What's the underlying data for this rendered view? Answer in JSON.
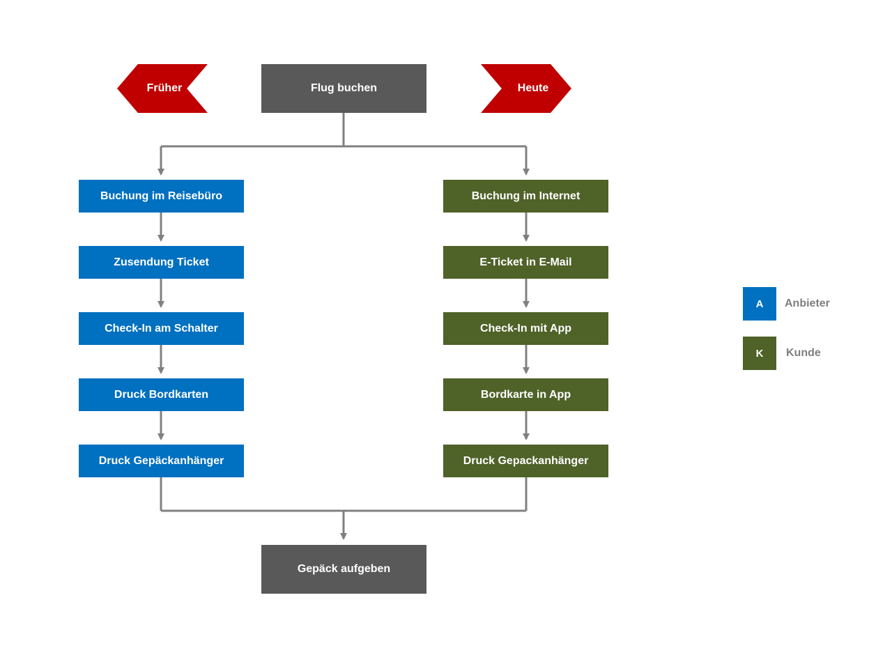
{
  "colors": {
    "tag": "#c00000",
    "neutral": "#595959",
    "anbieter": "#0070c0",
    "kunde": "#4f6228",
    "connector": "#808080",
    "legend_text": "#7f7f7f"
  },
  "tags": {
    "left": "Früher",
    "right": "Heute"
  },
  "start": "Flug buchen",
  "end": "Gepäck aufgeben",
  "left_steps": [
    "Buchung im Reisebüro",
    "Zusendung Ticket",
    "Check-In am Schalter",
    "Druck Bordkarten",
    "Druck Gepäckanhänger"
  ],
  "right_steps": [
    "Buchung im Internet",
    "E-Ticket in E-Mail",
    "Check-In mit App",
    "Bordkarte in App",
    "Druck Gepackanhänger"
  ],
  "legend": [
    {
      "letter": "A",
      "label": "Anbieter",
      "color": "#0070c0"
    },
    {
      "letter": "K",
      "label": "Kunde",
      "color": "#4f6228"
    }
  ]
}
